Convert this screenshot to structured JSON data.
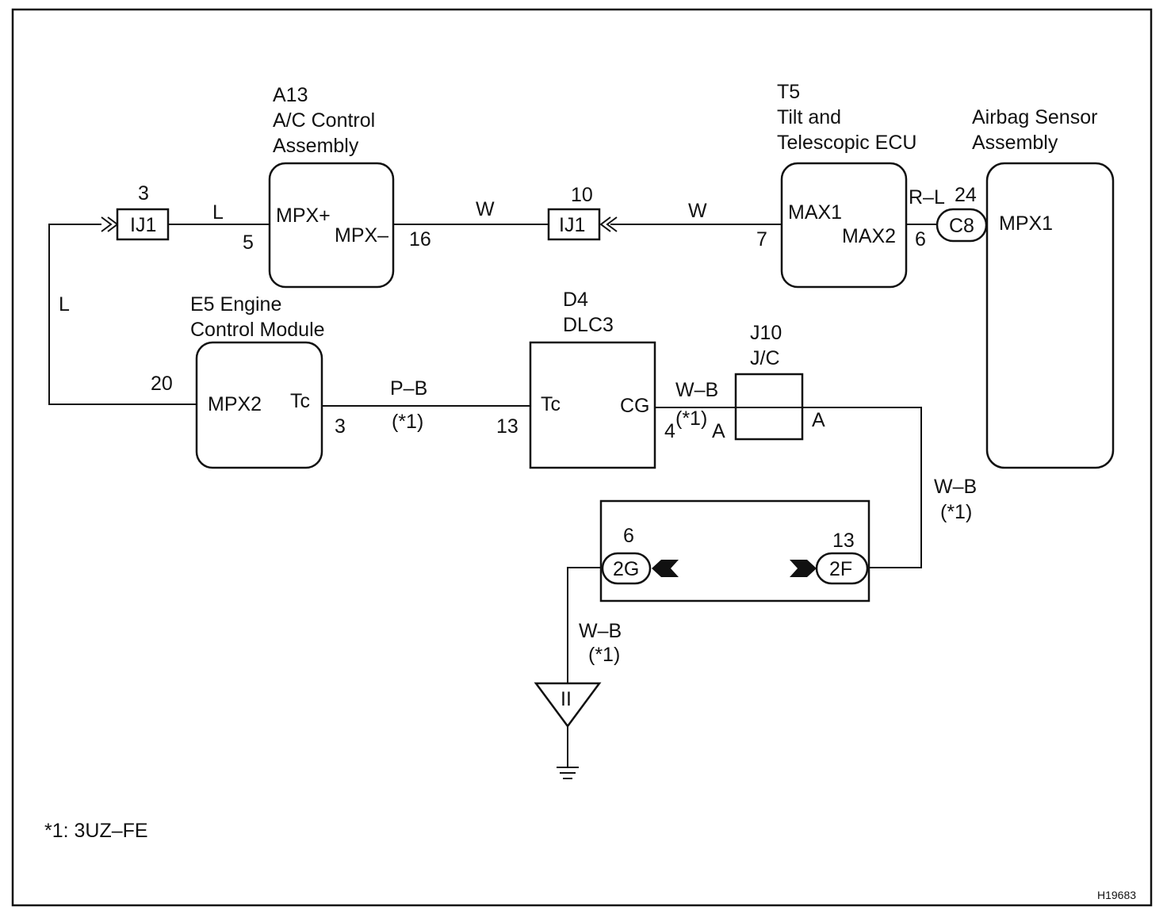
{
  "a13": {
    "code": "A13",
    "name_line1": "A/C Control",
    "name_line2": "Assembly",
    "pin_mpx_plus": "MPX+",
    "pin_mpx_minus": "MPX–",
    "pin5": "5",
    "pin16": "16"
  },
  "t5": {
    "code": "T5",
    "name_line1": "Tilt and",
    "name_line2": "Telescopic ECU",
    "pin_max1": "MAX1",
    "pin_max2": "MAX2",
    "pin7": "7",
    "pin6": "6"
  },
  "airbag": {
    "name_line1": "Airbag Sensor",
    "name_line2": "Assembly",
    "pin_mpx1": "MPX1",
    "pin24": "24"
  },
  "e5": {
    "name_line1": "E5 Engine",
    "name_line2": "Control Module",
    "pin_mpx2": "MPX2",
    "pin_tc": "Tc",
    "pin20": "20",
    "pin3": "3"
  },
  "d4": {
    "code": "D4",
    "name": "DLC3",
    "pin_tc": "Tc",
    "pin_cg": "CG",
    "pin13": "13"
  },
  "j10": {
    "code": "J10",
    "name": "J/C",
    "pin_a_left": "A",
    "pin_a_right": "A"
  },
  "ij1_left": {
    "label": "IJ1",
    "pin": "3"
  },
  "ij1_mid": {
    "label": "IJ1",
    "pin": "10"
  },
  "c8": {
    "label": "C8"
  },
  "conn_2g": {
    "label": "2G",
    "pin": "6"
  },
  "conn_2f": {
    "label": "2F",
    "pin": "13"
  },
  "ground": {
    "label": "II"
  },
  "wires": {
    "l_top": "L",
    "l_left": "L",
    "w_left": "W",
    "w_right": "W",
    "r_l": "R–L",
    "p_b": "P–B",
    "p_b_note": "(*1)",
    "w_b_top": "W–B",
    "w_b_pin": "4",
    "w_b_note_sup": "(*1)",
    "w_b_right": "W–B",
    "w_b_right_note": "(*1)",
    "w_b_ground": "W–B",
    "w_b_ground_note": "(*1)"
  },
  "footnote": "*1: 3UZ–FE",
  "drawing_id": "H19683"
}
